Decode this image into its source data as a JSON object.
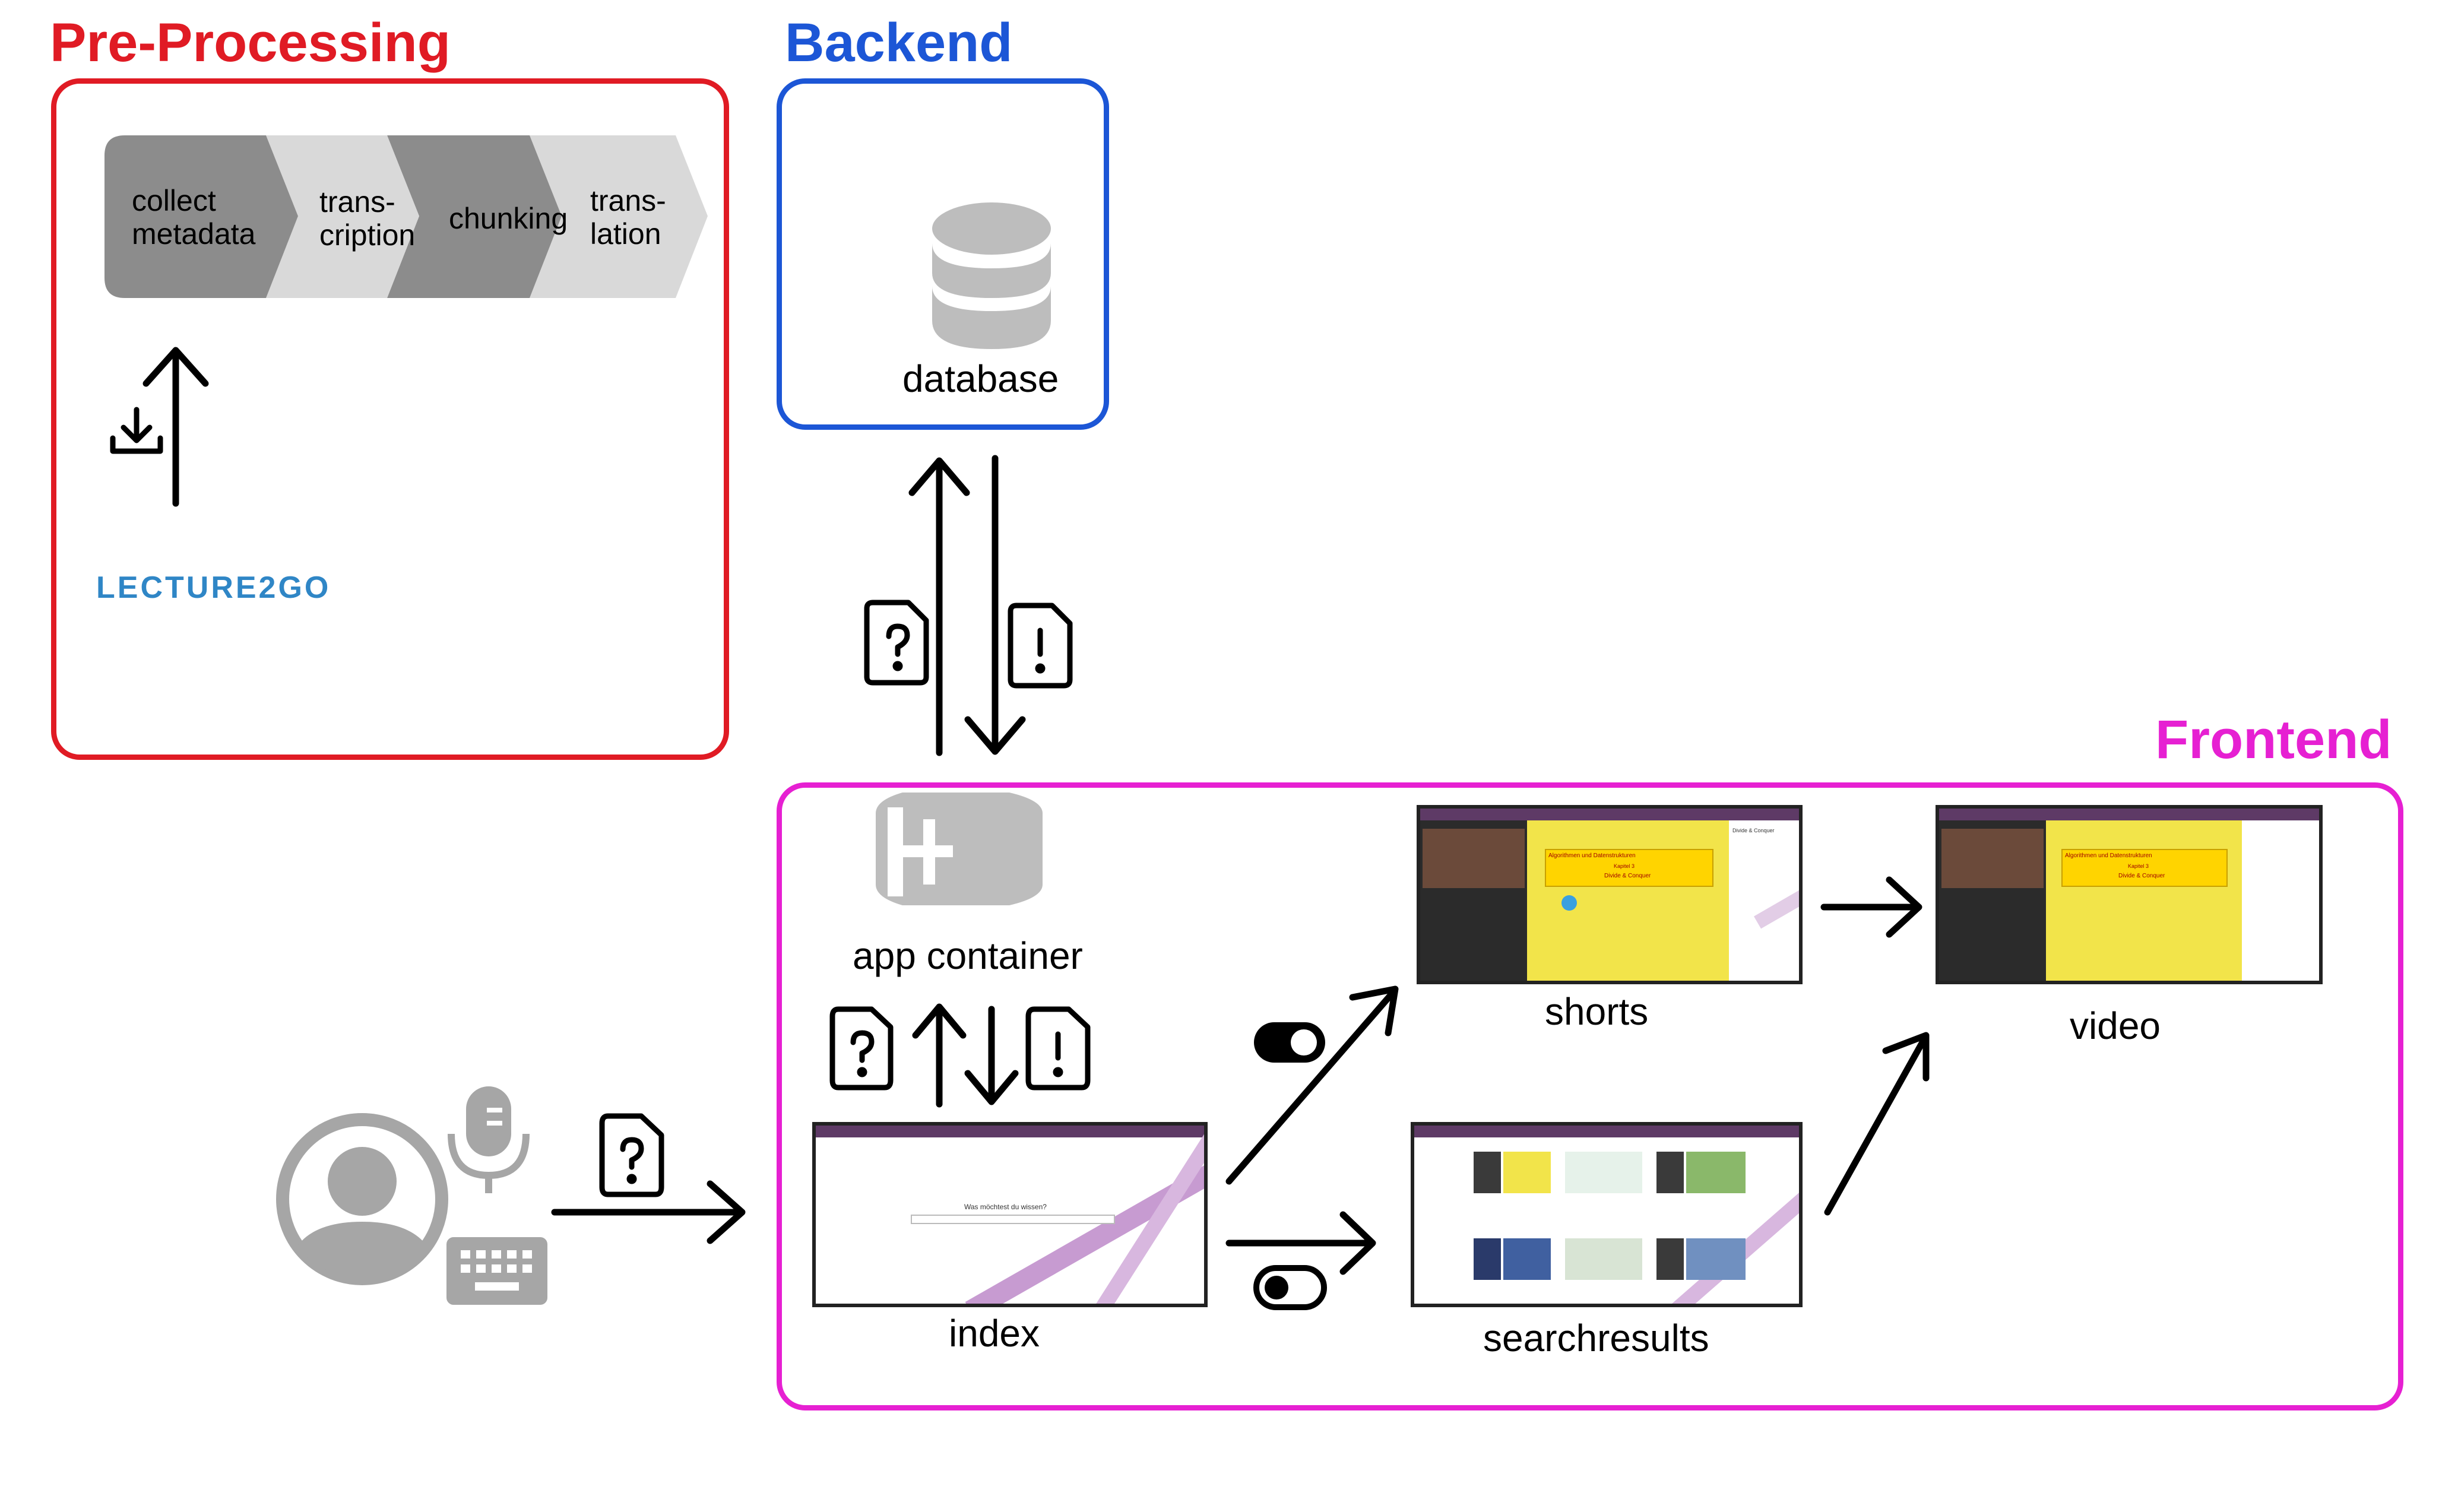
{
  "sections": {
    "preprocessing": {
      "title": "Pre-Processing",
      "color": "#e01b24"
    },
    "backend": {
      "title": "Backend",
      "color": "#1c56d6"
    },
    "frontend": {
      "title": "Frontend",
      "color": "#e620d2"
    }
  },
  "pipeline": [
    {
      "label": "collect\nmetadata",
      "shade": "dark"
    },
    {
      "label": "trans-\ncription",
      "shade": "light"
    },
    {
      "label": "chunking",
      "shade": "dark"
    },
    {
      "label": "trans-\nlation",
      "shade": "light"
    }
  ],
  "source_logo": "LECTURE2GO",
  "nodes": {
    "database": "database",
    "app_container": "app container",
    "index": "index",
    "shorts": "shorts",
    "searchresults": "searchresults",
    "video": "video"
  },
  "index_screen": {
    "prompt": "Was möchtest du wissen?"
  },
  "slide": {
    "title": "Algorithmen und Datenstrukturen",
    "subtitle": "Kapitel 3",
    "topic": "Divide & Conquer"
  },
  "icons": [
    "download-icon",
    "database-icon",
    "query-file-icon",
    "answer-file-icon",
    "app-container-icon",
    "user-icon",
    "microphone-icon",
    "keyboard-icon",
    "toggle-on-icon",
    "toggle-off-icon"
  ],
  "colors": {
    "chevron_dark": "#8c8c8c",
    "chevron_light": "#d9d9d9",
    "icon_grey": "#a6a6a6",
    "accent_purple": "#c79bd1"
  }
}
